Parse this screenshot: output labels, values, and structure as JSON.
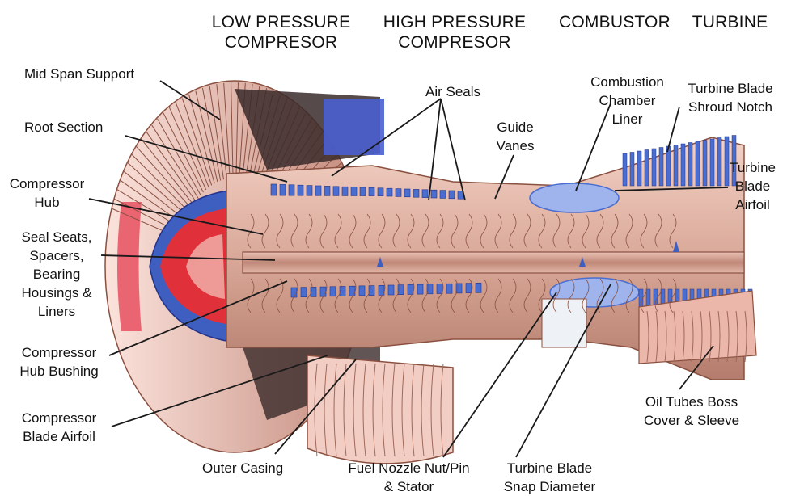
{
  "headers": {
    "lpc": [
      "LOW PRESSURE",
      "COMPRESOR"
    ],
    "hpc": [
      "HIGH PRESSURE",
      "COMPRESOR"
    ],
    "combustor": "COMBUSTOR",
    "turbine": "TURBINE"
  },
  "labels": {
    "mid_span_support": [
      "Mid Span Support"
    ],
    "root_section": [
      "Root Section"
    ],
    "compressor_hub": [
      "Compressor",
      "Hub"
    ],
    "seal_seats": [
      "Seal Seats,",
      "Spacers,",
      "Bearing",
      "Housings &",
      "Liners"
    ],
    "hub_bushing": [
      "Compressor",
      "Hub Bushing"
    ],
    "blade_airfoil": [
      "Compressor",
      "Blade Airfoil"
    ],
    "outer_casing": [
      "Outer Casing"
    ],
    "fuel_nozzle": [
      "Fuel Nozzle Nut/Pin",
      "& Stator"
    ],
    "snap_diameter": [
      "Turbine Blade",
      "Snap Diameter"
    ],
    "oil_tubes": [
      "Oil Tubes Boss",
      "Cover & Sleeve"
    ],
    "turbine_airfoil": [
      "Turbine",
      "Blade",
      "Airfoil"
    ],
    "shroud_notch": [
      "Turbine Blade",
      "Shroud Notch"
    ],
    "combustion_liner": [
      "Combustion",
      "Chamber",
      "Liner"
    ],
    "guide_vanes": [
      "Guide",
      "Vanes"
    ],
    "air_seals": [
      "Air Seals"
    ]
  },
  "colors": {
    "metal": "#d9a898",
    "metal_dark": "#8a5040",
    "blue": "#4a6ecf",
    "red": "#e0303a",
    "casing": "#f0c8c0",
    "line": "#1a1a1a"
  }
}
